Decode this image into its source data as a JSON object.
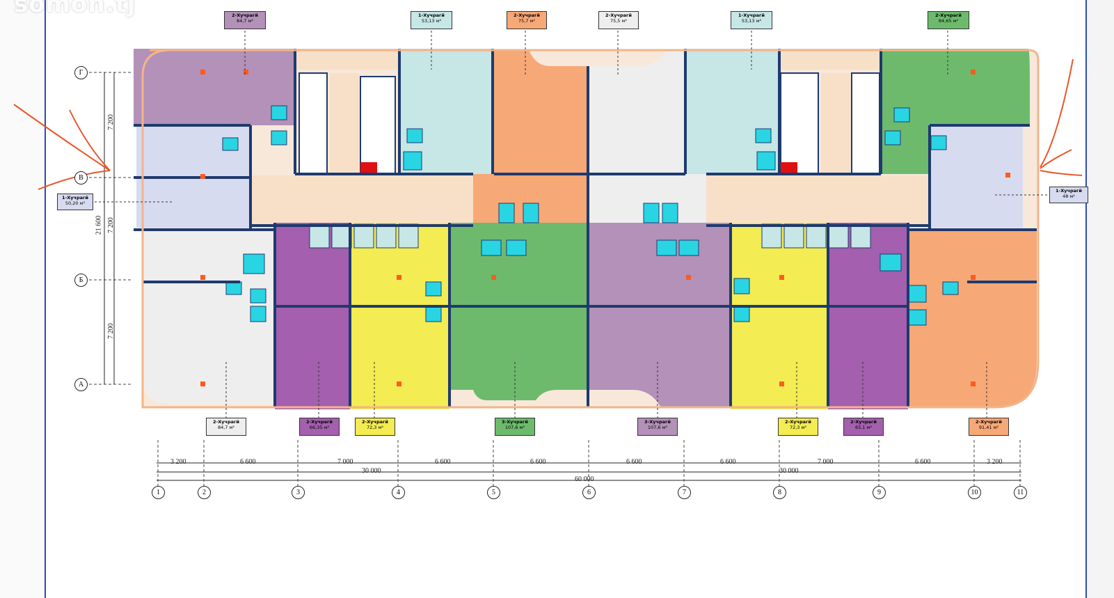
{
  "watermark": "somon.tj",
  "colors": {
    "lilac": "#b391b8",
    "lightblue": "#d7dbf0",
    "lightgray": "#eeeeee",
    "purple": "#a45fae",
    "yellow": "#f3ec52",
    "green": "#6dba6d",
    "orange": "#f7a877",
    "teal": "#c7e6e6",
    "corridor": "#f8e0c8",
    "cyan": "#29d5e3",
    "wall": "#1e3a6e",
    "marker": "#ff5a1f"
  },
  "top_tags": [
    {
      "line1": "2-Хучрагӣ",
      "line2": "84,7 м²",
      "color": "#b391b8"
    },
    {
      "line1": "1-Хучрагӣ",
      "line2": "53,13 м²",
      "color": "#c7e6e6"
    },
    {
      "line1": "2-Хучрагӣ",
      "line2": "75,7 м²",
      "color": "#f7a877"
    },
    {
      "line1": "2-Хучрагӣ",
      "line2": "75,5 м²",
      "color": "#eeeeee"
    },
    {
      "line1": "1-Хучрагӣ",
      "line2": "53,13 м²",
      "color": "#c7e6e6"
    },
    {
      "line1": "2-Хучрагӣ",
      "line2": "84,65 м²",
      "color": "#6dba6d"
    }
  ],
  "side_tags": [
    {
      "line1": "1-Хучрагӣ",
      "line2": "50,20 м²",
      "color": "#d7dbf0"
    },
    {
      "line1": "1-Хучрагӣ",
      "line2": "48 м²",
      "color": "#d7dbf0"
    }
  ],
  "bottom_tags": [
    {
      "line1": "2-Хучрагӣ",
      "line2": "84,7 м²",
      "color": "#eeeeee"
    },
    {
      "line1": "2-Хучрагӣ",
      "line2": "66,35 м²",
      "color": "#a45fae"
    },
    {
      "line1": "2-Хучрагӣ",
      "line2": "72,3 м²",
      "color": "#f3ec52"
    },
    {
      "line1": "3-Хучрагӣ",
      "line2": "107,6 м²",
      "color": "#6dba6d"
    },
    {
      "line1": "3-Хучрагӣ",
      "line2": "107,6 м²",
      "color": "#b391b8"
    },
    {
      "line1": "2-Хучрагӣ",
      "line2": "72,3 м²",
      "color": "#f3ec52"
    },
    {
      "line1": "2-Хучрагӣ",
      "line2": "65,1 м²",
      "color": "#a45fae"
    },
    {
      "line1": "2-Хучрагӣ",
      "line2": "91,41 м²",
      "color": "#f7a877"
    }
  ],
  "row_axes": [
    "Г",
    "В",
    "Б",
    "А"
  ],
  "row_dims": [
    "7 200",
    "7 200",
    "7 200"
  ],
  "row_total": "21 600",
  "col_axes": [
    "1",
    "2",
    "3",
    "4",
    "5",
    "6",
    "7",
    "8",
    "9",
    "10",
    "11"
  ],
  "col_dims": [
    "3 200",
    "6 600",
    "7 000",
    "6 600",
    "6 600",
    "6 600",
    "6 600",
    "7 000",
    "6 600",
    "3 200"
  ],
  "half_totals": [
    "30 000",
    "30 000"
  ],
  "grand_total": "60 000"
}
